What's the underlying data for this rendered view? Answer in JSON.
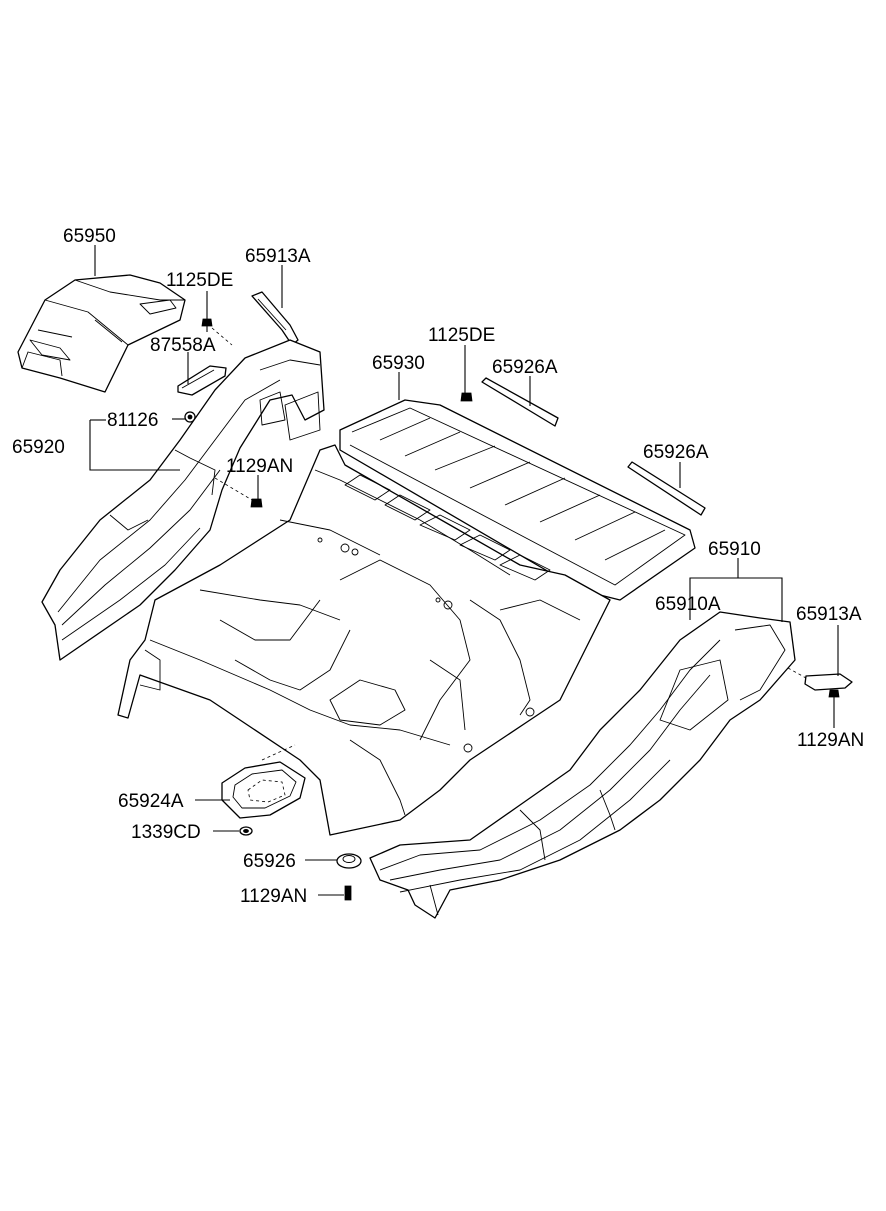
{
  "labels": {
    "p65950": "65950",
    "p1125DE_a": "1125DE",
    "p65913A_a": "65913A",
    "p87558A": "87558A",
    "p81126": "81126",
    "p65920": "65920",
    "p1129AN_a": "1129AN",
    "p1125DE_b": "1125DE",
    "p65930": "65930",
    "p65926A_a": "65926A",
    "p65926A_b": "65926A",
    "p65910": "65910",
    "p65910A": "65910A",
    "p65913A_b": "65913A",
    "p1129AN_b": "1129AN",
    "p65924A": "65924A",
    "p1339CD": "1339CD",
    "p65926": "65926",
    "p1129AN_c": "1129AN"
  }
}
